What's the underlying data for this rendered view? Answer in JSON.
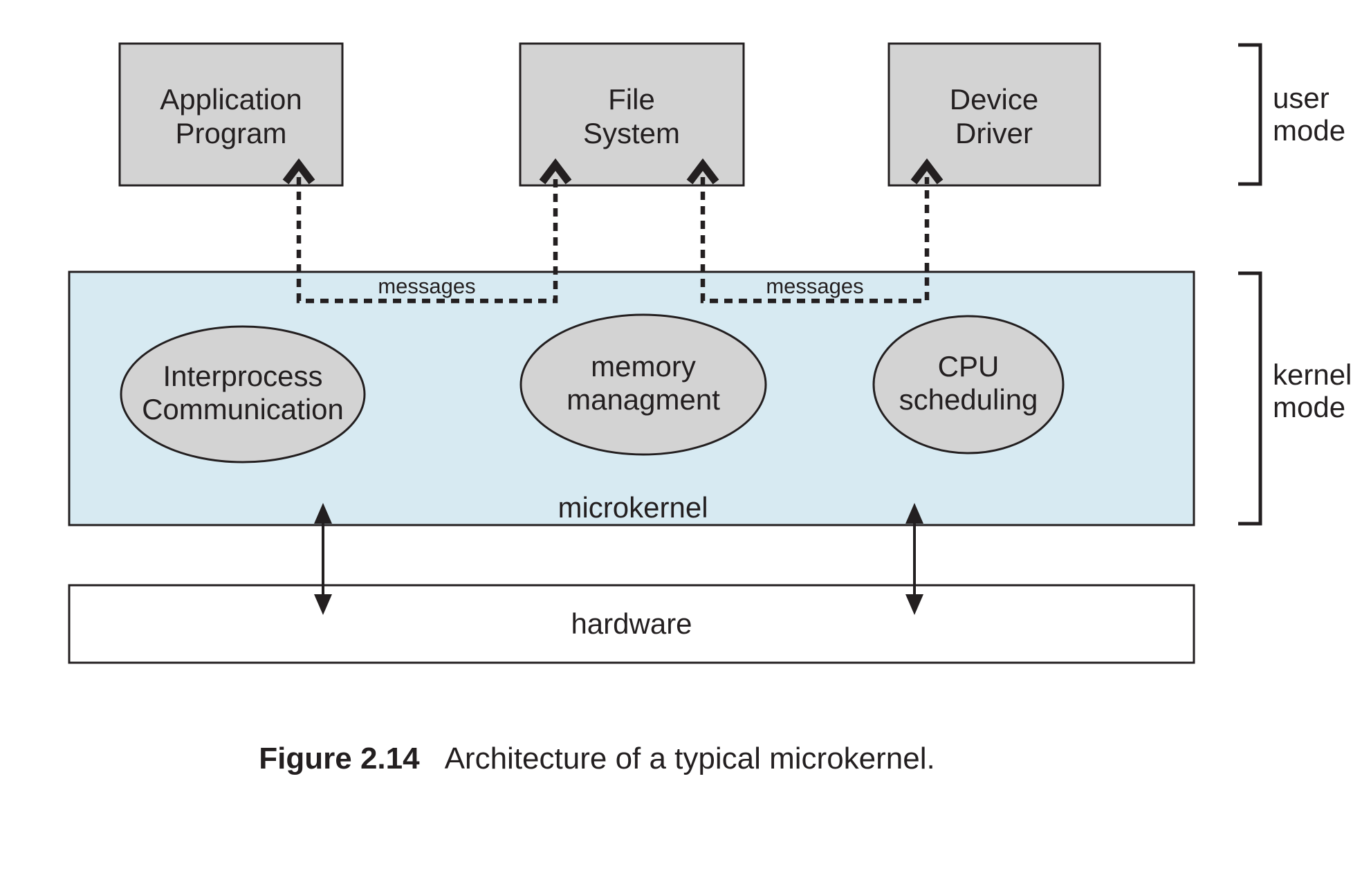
{
  "colors": {
    "background": "#ffffff",
    "box_fill": "#d3d3d3",
    "panel_fill": "#d7eaf2",
    "ink": "#231f20"
  },
  "user_mode_boxes": [
    {
      "line1": "Application",
      "line2": "Program"
    },
    {
      "line1": "File",
      "line2": "System"
    },
    {
      "line1": "Device",
      "line2": "Driver"
    }
  ],
  "kernel_components": [
    {
      "line1": "Interprocess",
      "line2": "Communication"
    },
    {
      "line1": "memory",
      "line2": "managment"
    },
    {
      "line1": "CPU",
      "line2": "scheduling"
    }
  ],
  "labels": {
    "messages_left": "messages",
    "messages_right": "messages",
    "microkernel": "microkernel",
    "hardware": "hardware",
    "user_mode_line1": "user",
    "user_mode_line2": "mode",
    "kernel_mode_line1": "kernel",
    "kernel_mode_line2": "mode"
  },
  "caption": {
    "figure_label": "Figure 2.14",
    "text": "Architecture of a typical microkernel."
  }
}
